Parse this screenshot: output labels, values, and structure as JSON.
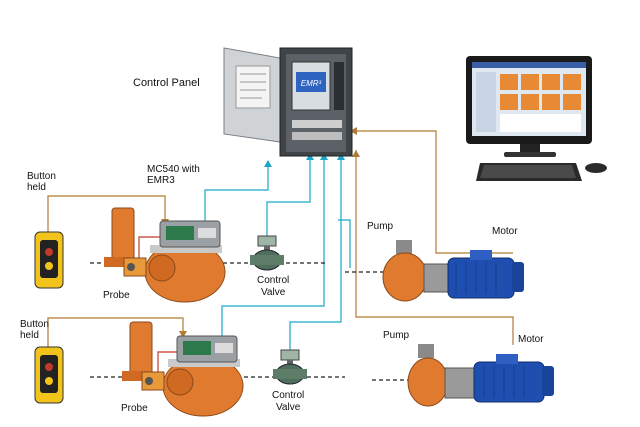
{
  "labels": {
    "control_panel": "Control Panel",
    "mc540_line1": "MC540 with",
    "mc540_line2": "EMR3",
    "button_held_1a": "Button",
    "button_held_1b": "held",
    "button_held_2a": "Button",
    "button_held_2b": "held",
    "probe_1": "Probe",
    "probe_2": "Probe",
    "control_valve_1a": "Control",
    "control_valve_1b": "Valve",
    "control_valve_2a": "Control",
    "control_valve_2b": "Valve",
    "pump_1": "Pump",
    "pump_2": "Pump",
    "motor_1": "Motor",
    "motor_2": "Motor",
    "emr_logo": "EMR³"
  },
  "colors": {
    "signal_line": "#1ba6c9",
    "power_line": "#b07a32",
    "probe_line": "#c0392b",
    "pipe_line": "#222222",
    "meter_orange": "#e07a2e",
    "motor_blue": "#1e4fb0",
    "pendant_yellow": "#f2c41b"
  },
  "icons": [
    "control-panel-icon",
    "computer-monitor-icon",
    "keyboard-icon",
    "mouse-icon",
    "pendant-button-icon",
    "flow-meter-icon",
    "probe-icon",
    "control-valve-icon",
    "pump-icon",
    "motor-icon"
  ]
}
